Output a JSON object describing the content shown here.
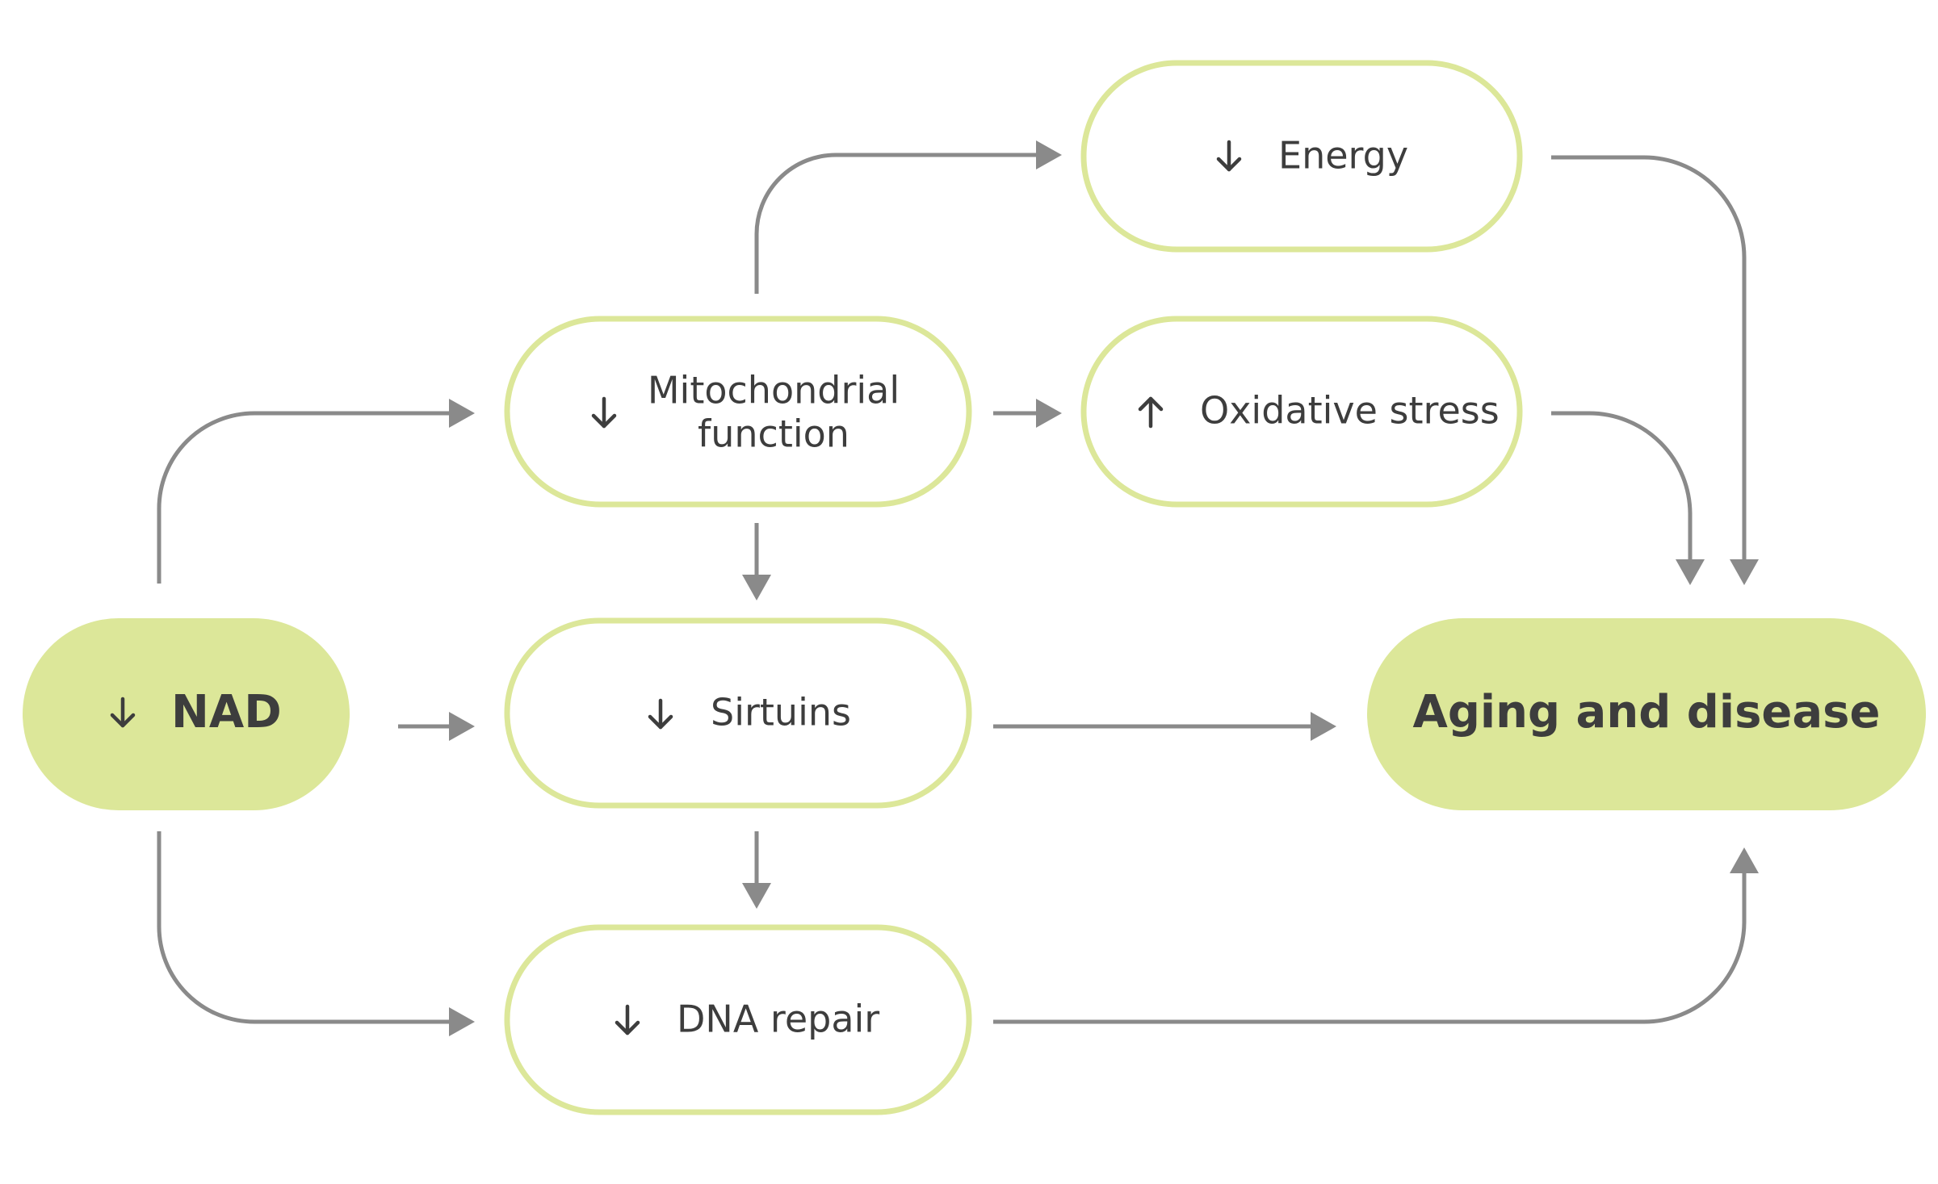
{
  "nodes": {
    "nad": {
      "label": "NAD",
      "direction": "down"
    },
    "mitochondrial": {
      "label_line1": "Mitochondrial",
      "label_line2": "function",
      "direction": "down"
    },
    "sirtuins": {
      "label": "Sirtuins",
      "direction": "down"
    },
    "dna_repair": {
      "label": "DNA repair",
      "direction": "down"
    },
    "energy": {
      "label": "Energy",
      "direction": "down"
    },
    "oxidative_stress": {
      "label": "Oxidative stress",
      "direction": "up"
    },
    "aging": {
      "label": "Aging and disease"
    }
  },
  "edges": [
    {
      "from": "nad",
      "to": "mitochondrial"
    },
    {
      "from": "nad",
      "to": "sirtuins"
    },
    {
      "from": "nad",
      "to": "dna_repair"
    },
    {
      "from": "mitochondrial",
      "to": "energy"
    },
    {
      "from": "mitochondrial",
      "to": "oxidative_stress"
    },
    {
      "from": "mitochondrial",
      "to": "sirtuins"
    },
    {
      "from": "sirtuins",
      "to": "dna_repair"
    },
    {
      "from": "sirtuins",
      "to": "aging"
    },
    {
      "from": "energy",
      "to": "aging"
    },
    {
      "from": "oxidative_stress",
      "to": "aging"
    },
    {
      "from": "dna_repair",
      "to": "aging"
    }
  ],
  "colors": {
    "node_fill": "#dce799",
    "node_border": "#dce799",
    "connector": "#8a8a8a",
    "text": "#3d3d3d",
    "background": "#ffffff"
  },
  "icons": {
    "down": "arrow-down-icon",
    "up": "arrow-up-icon",
    "connector_head": "arrowhead-icon"
  }
}
